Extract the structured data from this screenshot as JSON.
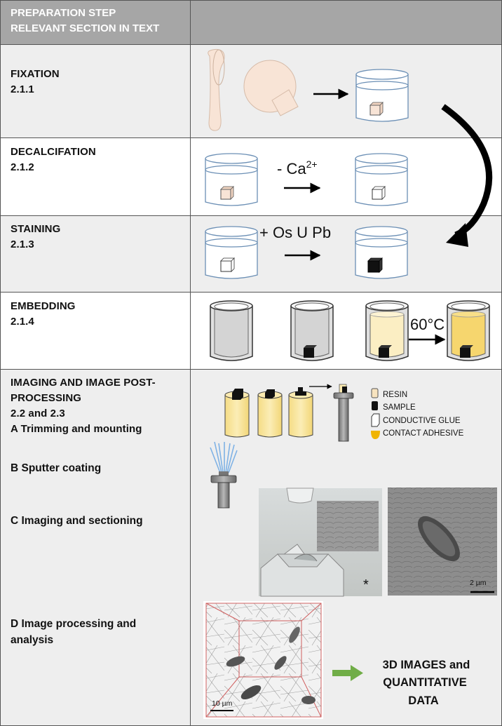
{
  "header": {
    "line1": "PREPARATION STEP",
    "line2": "RELEVANT SECTION IN TEXT"
  },
  "rows": [
    {
      "title": "FIXATION",
      "section": "2.1.1"
    },
    {
      "title": "DECALCIFATION",
      "section": "2.1.2",
      "reagent": "- Ca",
      "reagent_sup": "2+"
    },
    {
      "title": "STAINING",
      "section": "2.1.3",
      "reagent": "+ Os U Pb"
    },
    {
      "title": "EMBEDDING",
      "section": "2.1.4",
      "temperature": "60°C"
    }
  ],
  "imaging": {
    "title_line1": "IMAGING AND IMAGE POST-",
    "title_line2": "PROCESSING",
    "section": "2.2 and 2.3",
    "steps": {
      "a": "A Trimming and mounting",
      "b": "B Sputter coating",
      "c": "C Imaging and sectioning",
      "d_line1": "D Image processing and",
      "d_line2": "analysis"
    },
    "legend": [
      "RESIN",
      "SAMPLE",
      "CONDUCTIVE GLUE",
      "CONTACT ADHESIVE"
    ],
    "asterisk": "*",
    "scale_sem": "2 µm",
    "scale_3d": "10 µm",
    "result_line1": "3D IMAGES  and",
    "result_line2": "QUANTITATIVE",
    "result_line3": "DATA"
  },
  "colors": {
    "header_bg": "#a6a6a6",
    "row_gray": "#eeeeee",
    "bone": "#f8e4d6",
    "resin": "#f7e39a",
    "arrow_green": "#70ad47",
    "border": "#555555"
  }
}
